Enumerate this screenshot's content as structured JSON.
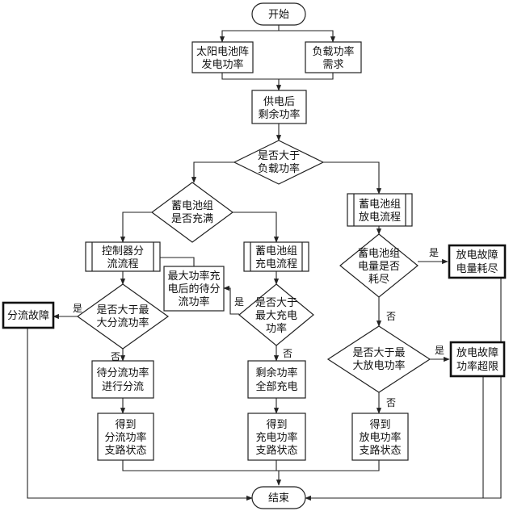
{
  "nodes": {
    "start": [
      "开始"
    ],
    "solar": [
      "太阳电池阵",
      "发电功率"
    ],
    "load": [
      "负载功率",
      "需求"
    ],
    "surplus": [
      "供电后",
      "剩余功率"
    ],
    "d_load": [
      "是否大于",
      "负载功率"
    ],
    "d_full": [
      "蓄电池组",
      "是否充满"
    ],
    "ctrl_flow": [
      "控制器分",
      "流流程"
    ],
    "chg_flow": [
      "蓄电池组",
      "充电流程"
    ],
    "dis_flow": [
      "蓄电池组",
      "放电流程"
    ],
    "max_chg_wait": [
      "最大功率充",
      "电后的待分",
      "流功率"
    ],
    "d_shunt": [
      "是否大于最",
      "大分流功率"
    ],
    "d_maxchg": [
      "是否大于",
      "最大充电",
      "功率"
    ],
    "d_empty": [
      "蓄电池组",
      "电量是否",
      "耗尽"
    ],
    "fault_dis_empty": [
      "放电故障",
      "电量耗尽"
    ],
    "fault_shunt": [
      "分流故障"
    ],
    "d_maxdis": [
      "是否大于最",
      "大放电功率"
    ],
    "fault_dis_over": [
      "放电故障",
      "功率超限"
    ],
    "shunt_wait": [
      "待分流功率",
      "进行分流"
    ],
    "chg_all": [
      "剩余功率",
      "全部充电"
    ],
    "st_shunt": [
      "得到",
      "分流功率",
      "支路状态"
    ],
    "st_chg": [
      "得到",
      "充电功率",
      "支路状态"
    ],
    "st_dis": [
      "得到",
      "放电功率",
      "支路状态"
    ],
    "end": [
      "结束"
    ]
  },
  "edge_labels": {
    "yes": "是",
    "no": "否"
  }
}
